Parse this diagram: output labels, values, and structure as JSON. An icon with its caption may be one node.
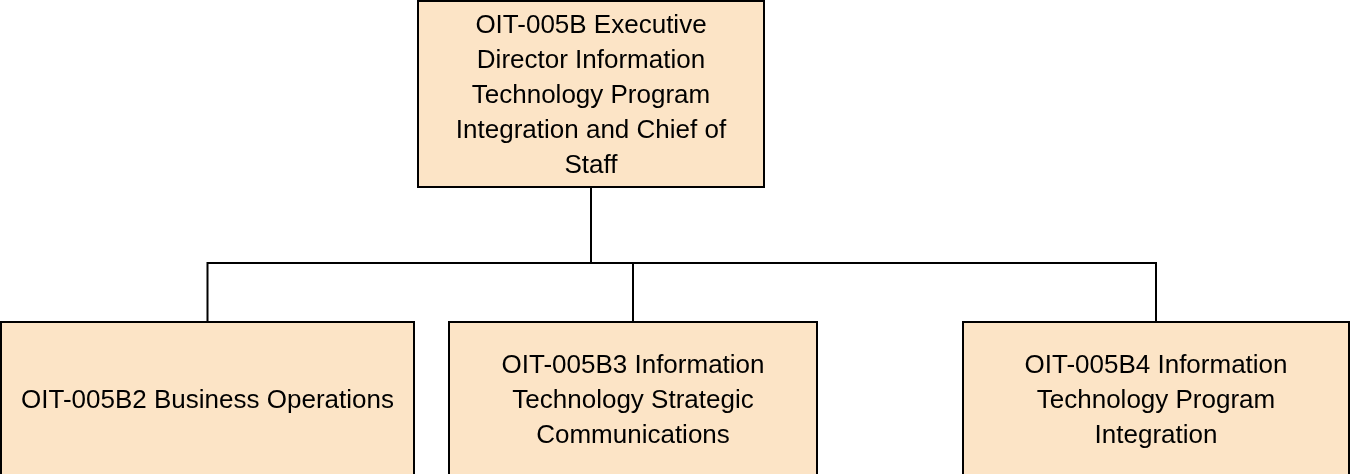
{
  "diagram": {
    "nodes": [
      {
        "text": [
          "OIT-005B Executive Director Information Technology Program Integration and Chief of Staff"
        ]
      },
      {
        "text": [
          "OIT-005B2 Business Operations"
        ]
      },
      {
        "text": [
          "OIT-005B3 Information Technology Strategic Communications"
        ]
      },
      {
        "text": [
          "OIT-005B4 Information Technology Program Integration"
        ]
      }
    ],
    "edges": [
      {
        "from": 0,
        "to": 1,
        "arrow": "none"
      },
      {
        "from": 0,
        "to": 2,
        "arrow": "none"
      },
      {
        "from": 0,
        "to": 3,
        "arrow": "none"
      }
    ]
  }
}
